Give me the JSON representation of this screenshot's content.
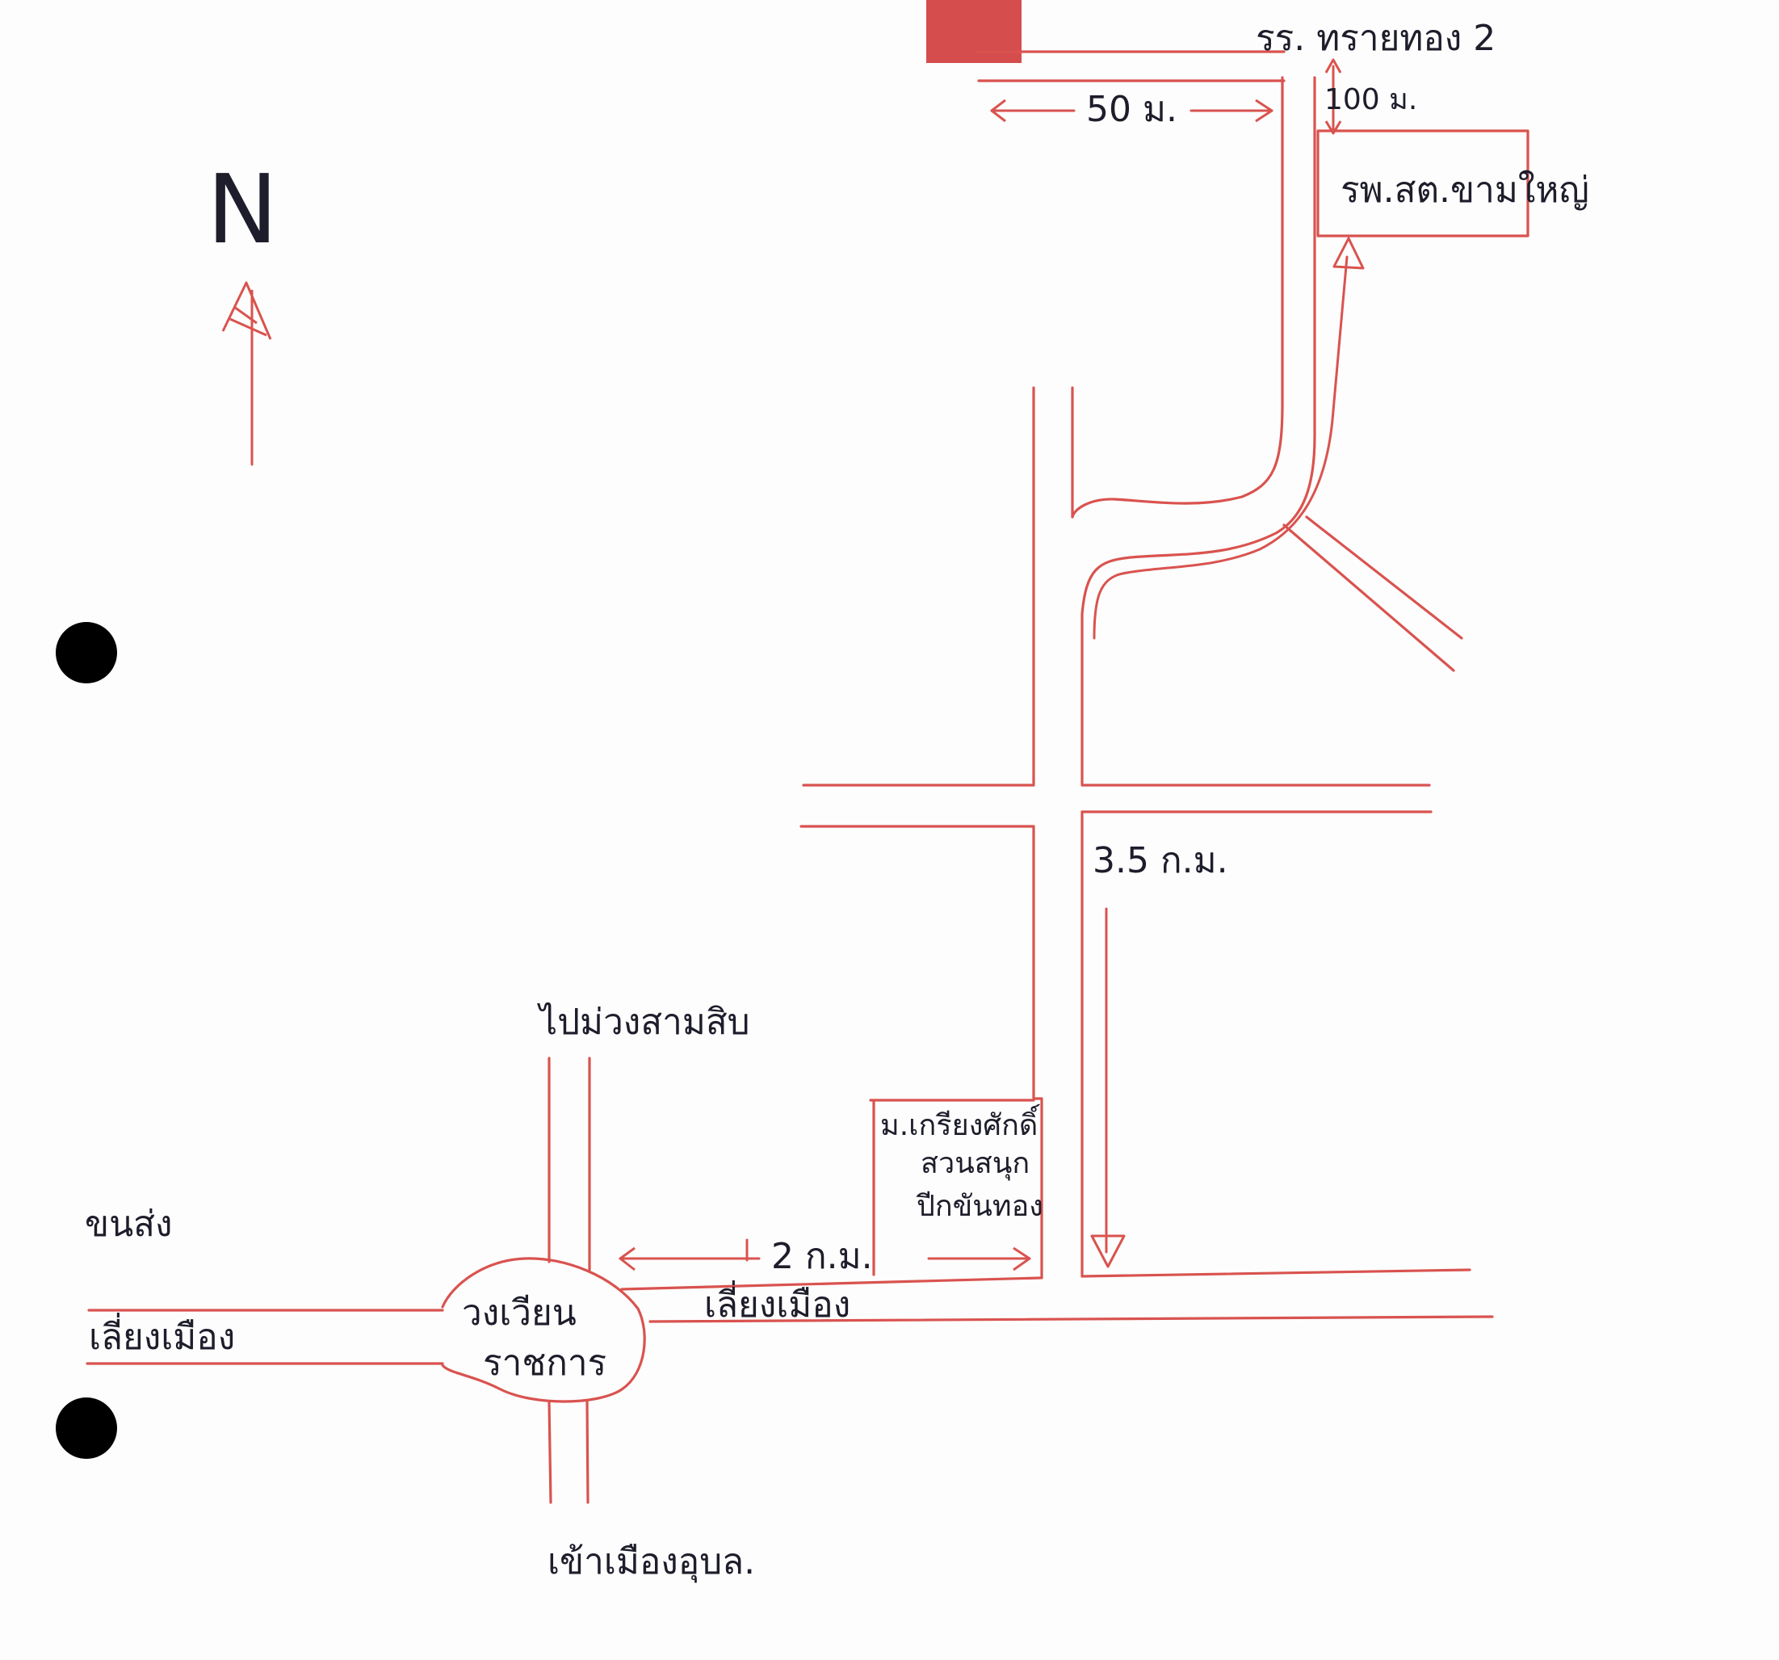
{
  "map": {
    "north_label": "N",
    "top_clinic_label": "รพ.สต.ขามใหญ่",
    "top_school_label": "รร. ทรายทอง 2",
    "dist_50m": "50 ม.",
    "dist_100m": "100 ม.",
    "dist_3_5km": "3.5 ก.ม.",
    "dist_2km": "2 ก.ม.",
    "district_office_label": [
      "ม.เกรียงศักดิ์",
      "สวนสนุก",
      "ปีกขันทอง"
    ],
    "roundabout_label": [
      "วงเวียน",
      "ราชการ"
    ],
    "road_north_label": "ไปม่วงสามสิบ",
    "road_south_label": "เข้าเมืองอุบล.",
    "road_west_label": [
      "ขนส่ง",
      "เลี่ยงเมือง"
    ],
    "road_east_label": "เลี่ยงเมือง",
    "colors": {
      "road": "#d9534f",
      "ink": "#1d1d2b",
      "marker": "#d23a3a",
      "punch_hole": "#000000"
    },
    "icons": {
      "north_arrow": "north-arrow-icon",
      "destination_marker": "red-square-marker-icon",
      "punch_holes": "binder-hole-icon"
    }
  }
}
